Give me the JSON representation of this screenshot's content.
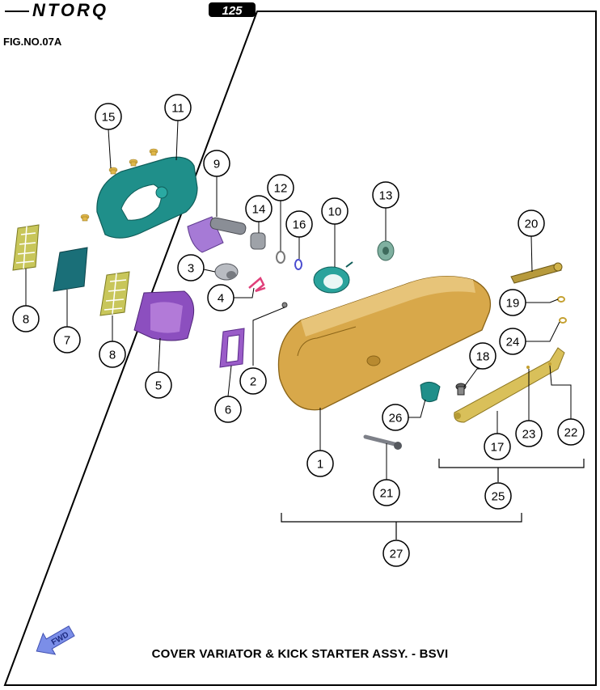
{
  "header": {
    "logo_text": "NTORQ",
    "logo_badge": "125",
    "figure_number": "FIG.NO.07A"
  },
  "caption": "COVER VARIATOR & KICK STARTER ASSY. - BSVI",
  "direction_marker": {
    "label": "FWD",
    "icon": "arrow-left-icon"
  },
  "parts": [
    {
      "label": "1"
    },
    {
      "label": "2"
    },
    {
      "label": "3"
    },
    {
      "label": "4"
    },
    {
      "label": "5"
    },
    {
      "label": "6"
    },
    {
      "label": "7"
    },
    {
      "label": "8"
    },
    {
      "label": "8"
    },
    {
      "label": "9"
    },
    {
      "label": "10"
    },
    {
      "label": "11"
    },
    {
      "label": "12"
    },
    {
      "label": "13"
    },
    {
      "label": "14"
    },
    {
      "label": "15"
    },
    {
      "label": "16"
    },
    {
      "label": "17"
    },
    {
      "label": "18"
    },
    {
      "label": "19"
    },
    {
      "label": "20"
    },
    {
      "label": "21"
    },
    {
      "label": "22"
    },
    {
      "label": "23"
    },
    {
      "label": "24"
    },
    {
      "label": "25"
    },
    {
      "label": "26"
    },
    {
      "label": "27"
    }
  ],
  "colors": {
    "cover_gold": "#d8a84a",
    "teal": "#1f8f8a",
    "purple": "#9a5cc8",
    "mesh_green": "#b7b64a",
    "fwd_blue": "#7b8ee8"
  }
}
